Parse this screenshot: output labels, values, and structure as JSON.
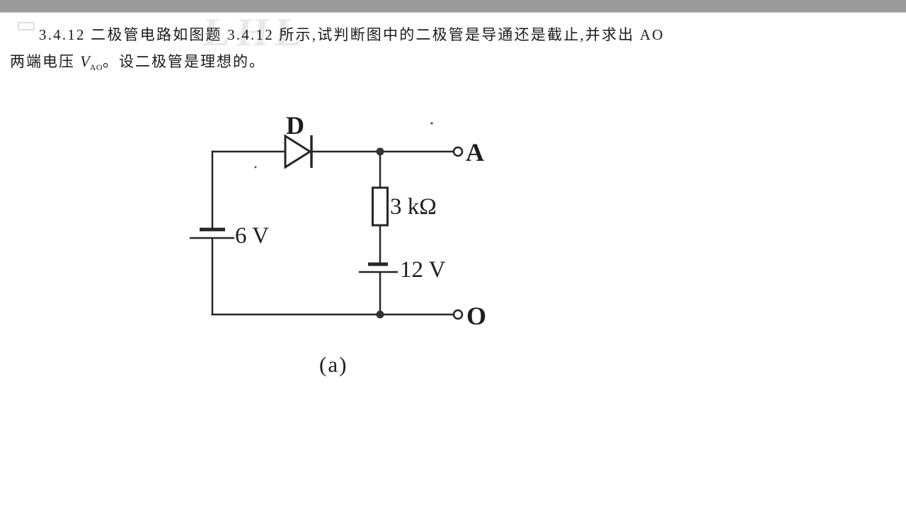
{
  "page": {
    "kind": "scanned textbook problem",
    "top_bar_color": "#9a9a9a",
    "ink_color": "#1e1e1e",
    "watermark": "LHL"
  },
  "problem": {
    "number": "3.4.12",
    "line1": "3.4.12  二极管电路如图题 3.4.12 所示,试判断图中的二极管是导通还是截止,并求出 AO",
    "line2_prefix": "两端电压 ",
    "line2_symbol": "V",
    "line2_subscript": "AO",
    "line2_suffix": "。设二极管是理想的。"
  },
  "circuit": {
    "diode_label": "D",
    "terminal_a_label": "A",
    "terminal_o_label": "O",
    "battery_left_label": "6 V",
    "battery_right_label": "12 V",
    "resistor_label": "3 kΩ",
    "figure_label": "(a)"
  }
}
